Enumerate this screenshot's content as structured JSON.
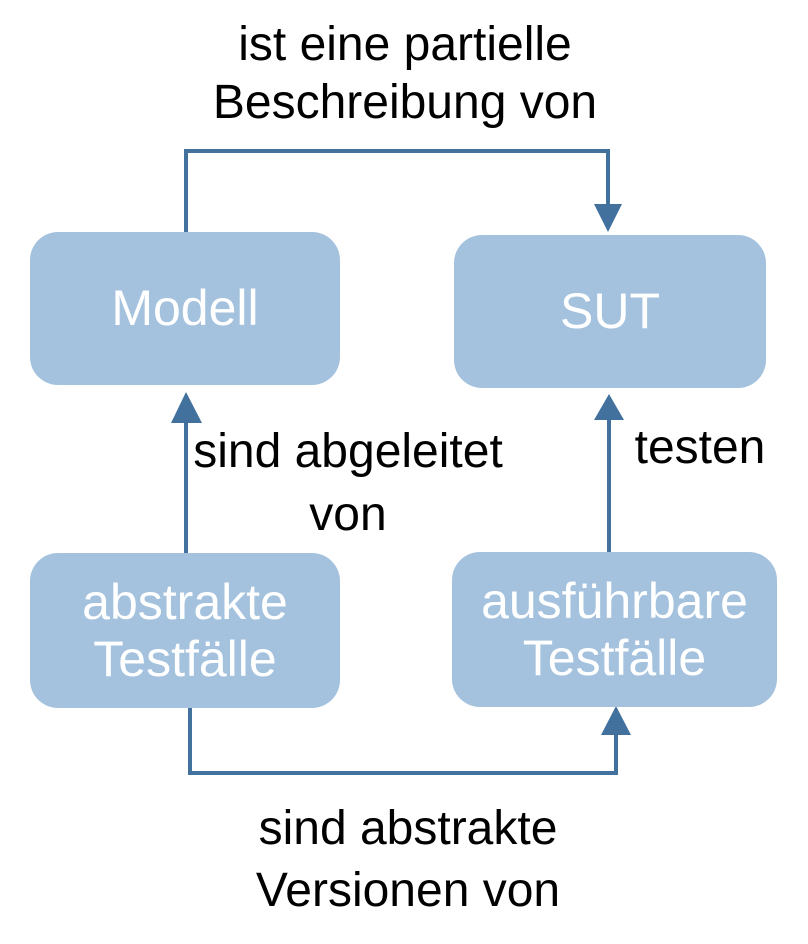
{
  "colors": {
    "background": "#ffffff",
    "node-fill": "#a4c2de",
    "node-text": "#ffffff",
    "edge-color": "#41719c",
    "label-text": "#000000"
  },
  "nodes": {
    "modell": {
      "label": "Modell"
    },
    "sut": {
      "label": "SUT"
    },
    "abstrakte_testfaelle": {
      "label": "abstrakte\nTestfälle"
    },
    "ausfuehrbare_testfaelle": {
      "label": "ausführbare\nTestfälle"
    }
  },
  "edges": {
    "modell_zu_sut": {
      "from": "Modell",
      "to": "SUT",
      "label": "ist eine partielle\nBeschreibung von"
    },
    "abstrakte_zu_modell": {
      "from": "abstrakte Testfälle",
      "to": "Modell",
      "label": "sind abgeleitet\nvon"
    },
    "ausfuehrbare_zu_sut": {
      "from": "ausführbare Testfälle",
      "to": "SUT",
      "label": "testen"
    },
    "abstrakte_zu_ausfuehrbare": {
      "from": "abstrakte Testfälle",
      "to": "ausführbare Testfälle",
      "label": "sind abstrakte\nVersionen von"
    }
  }
}
